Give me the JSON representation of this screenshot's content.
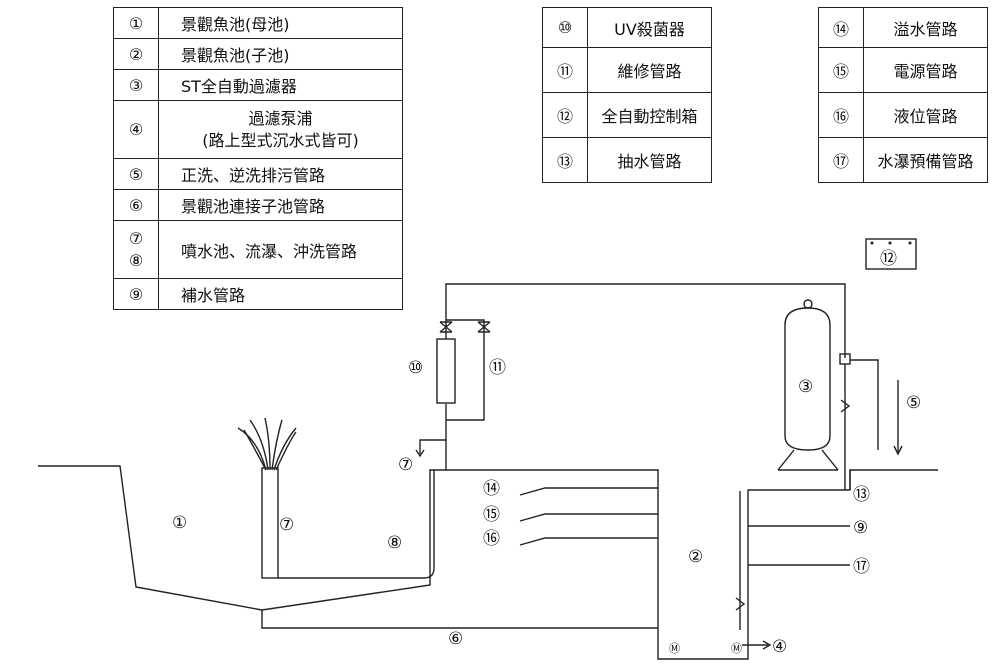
{
  "legend_left": [
    {
      "num": "①",
      "label": "景觀魚池(母池)"
    },
    {
      "num": "②",
      "label": "景觀魚池(子池)"
    },
    {
      "num": "③",
      "label": "ST全自動過濾器"
    },
    {
      "num": "④",
      "label": "過濾泵浦",
      "label2": "(路上型式沉水式皆可)"
    },
    {
      "num": "⑤",
      "label": "正洗、逆洗排污管路"
    },
    {
      "num": "⑥",
      "label": "景觀池連接子池管路"
    },
    {
      "num": "⑦",
      "num2": "⑧",
      "label": "噴水池、流瀑、沖洗管路"
    },
    {
      "num": "⑨",
      "label": "補水管路"
    }
  ],
  "legend_mid": [
    {
      "num": "⑩",
      "label": "UV殺菌器"
    },
    {
      "num": "⑪",
      "label": "維修管路"
    },
    {
      "num": "⑫",
      "label": "全自動控制箱"
    },
    {
      "num": "⑬",
      "label": "抽水管路"
    }
  ],
  "legend_right": [
    {
      "num": "⑭",
      "label": "溢水管路"
    },
    {
      "num": "⑮",
      "label": "電源管路"
    },
    {
      "num": "⑯",
      "label": "液位管路"
    },
    {
      "num": "⑰",
      "label": "水瀑預備管路"
    }
  ],
  "diagram": {
    "pool1": "①",
    "pool2": "②",
    "filter": "③",
    "pump_out": "④",
    "drain": "⑤",
    "connect": "⑥",
    "fountain": "⑦",
    "fountain_pipe": "⑦",
    "wash_pipe": "⑧",
    "makeup": "⑨",
    "uv": "⑩",
    "bypass": "⑪",
    "control_box": "⑫",
    "suction": "⑬",
    "overflow": "⑭",
    "power": "⑮",
    "level": "⑯",
    "waterfall": "⑰",
    "motor": "Ⓜ"
  }
}
